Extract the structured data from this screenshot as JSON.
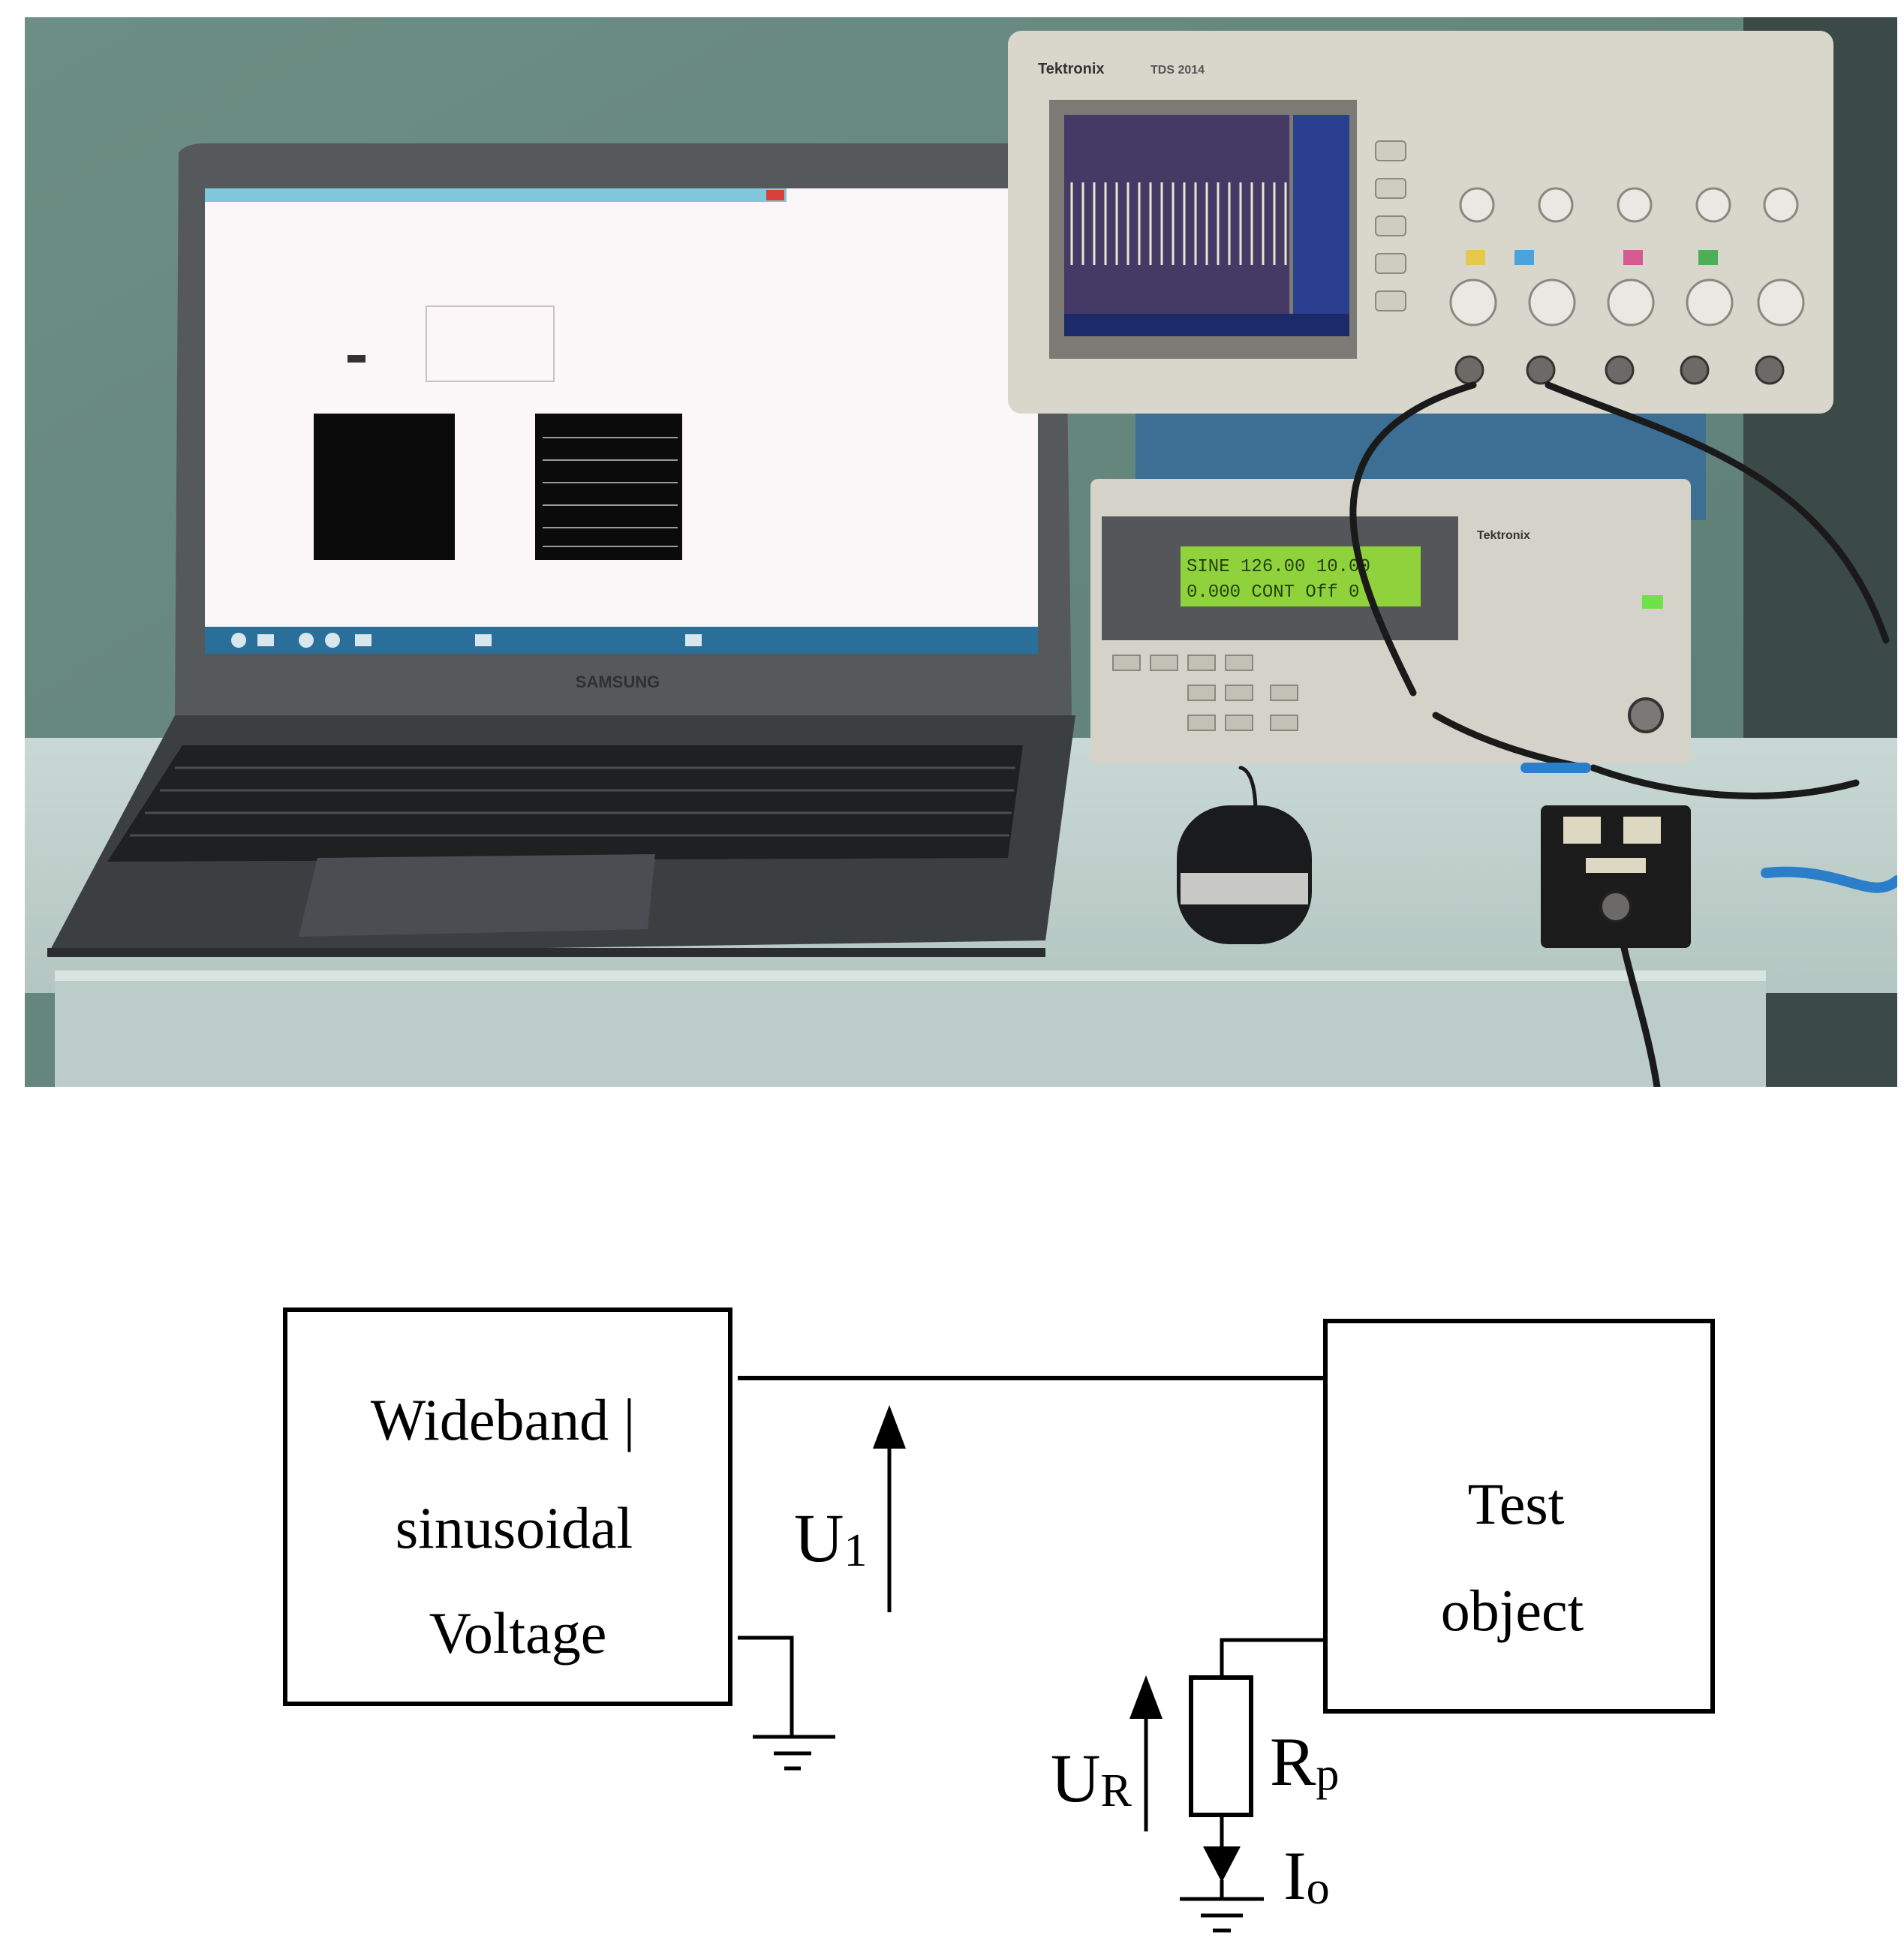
{
  "photo": {
    "laptop": {
      "brand": "SAMSUNG"
    },
    "oscilloscope": {
      "brand": "Tektronix",
      "model": "TDS 2014"
    },
    "generator": {
      "brand": "Tektronix",
      "lcd_line1": "SINE  126.00  10.00",
      "lcd_line2": "0.000 CONT  Off   0"
    }
  },
  "diagram": {
    "source_box_lines": [
      "Wideband |",
      "sinusoidal",
      "Voltage"
    ],
    "test_box_lines": [
      "Test",
      "object"
    ],
    "u1": {
      "main": "U",
      "sub": "1"
    },
    "ur": {
      "main": "U",
      "sub": "R"
    },
    "rp": {
      "main": "R",
      "sub": "p"
    },
    "io": {
      "main": "I",
      "sub": "o"
    }
  }
}
